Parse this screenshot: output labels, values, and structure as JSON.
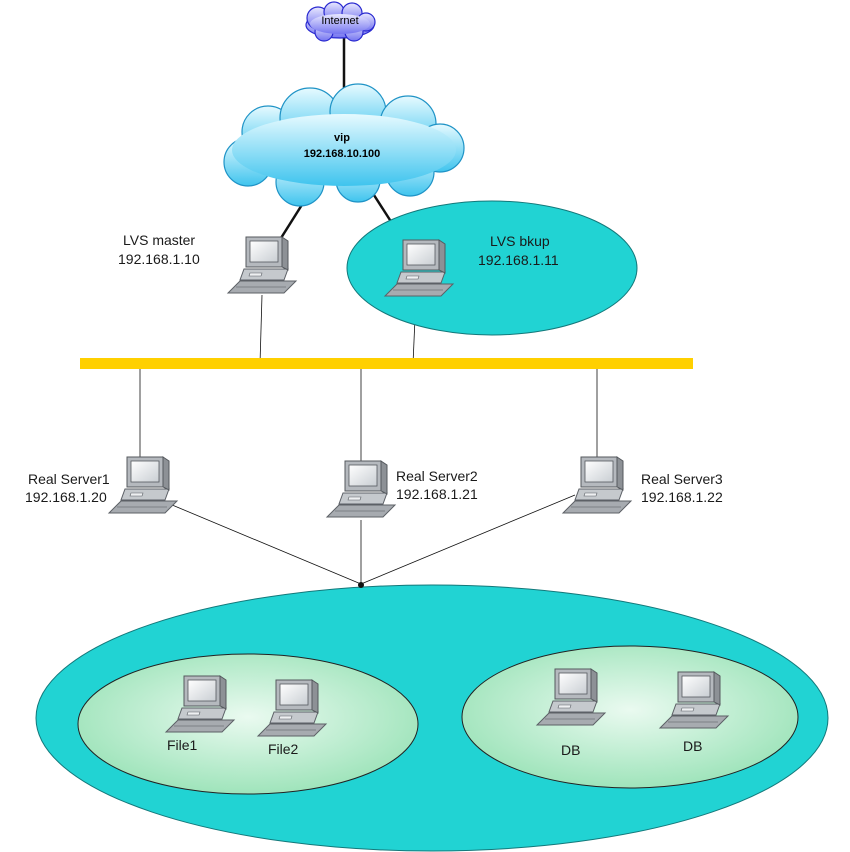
{
  "internet": {
    "label": "Internet",
    "color": "#8c8cff"
  },
  "vip_cloud": {
    "title": "vip",
    "ip": "192.168.10.100",
    "color": "#5fd0f2"
  },
  "lvs_master": {
    "name": "LVS master",
    "ip": "192.168.1.10"
  },
  "lvs_backup": {
    "name": "LVS bkup",
    "ip": "192.168.1.11",
    "zone_color": "#21d3d3"
  },
  "bus": {
    "color": "#ffd000"
  },
  "real_servers": [
    {
      "name": "Real Server1",
      "ip": "192.168.1.20"
    },
    {
      "name": "Real Server2",
      "ip": "192.168.1.21"
    },
    {
      "name": "Real Server3",
      "ip": "192.168.1.22"
    }
  ],
  "storage_zone": {
    "color": "#21d3d3"
  },
  "file_group": {
    "color": "#a8e8c0",
    "servers": [
      {
        "label": "File1"
      },
      {
        "label": "File2"
      }
    ]
  },
  "db_group": {
    "color": "#a8e8c0",
    "servers": [
      {
        "label": "DB"
      },
      {
        "label": "DB"
      }
    ]
  },
  "icons": {
    "server": "desktop-computer-icon",
    "internet": "cloud-icon",
    "vip": "cloud-icon"
  }
}
